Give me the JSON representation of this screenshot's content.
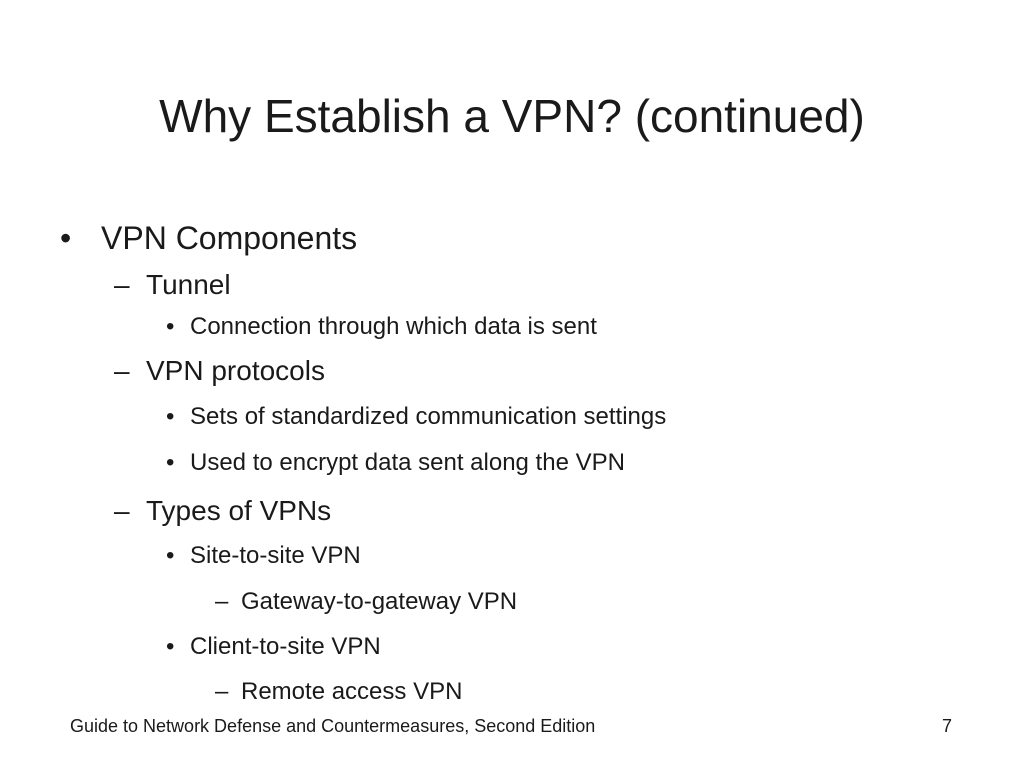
{
  "slide": {
    "title": "Why Establish a VPN? (continued)",
    "bullets": {
      "vpn_components": "VPN Components",
      "tunnel": "Tunnel",
      "tunnel_desc": "Connection through which data is sent",
      "vpn_protocols": "VPN protocols",
      "protocols_desc_1": "Sets of standardized communication settings",
      "protocols_desc_2": "Used to encrypt data sent along the VPN",
      "types_of_vpns": "Types of VPNs",
      "site_to_site": "Site-to-site VPN",
      "gateway_to_gateway": "Gateway-to-gateway VPN",
      "client_to_site": "Client-to-site VPN",
      "remote_access": "Remote access VPN"
    },
    "markers": {
      "bullet": "•",
      "dash": "–"
    },
    "footer": {
      "text": "Guide to Network Defense and Countermeasures, Second Edition",
      "page_number": "7"
    }
  }
}
